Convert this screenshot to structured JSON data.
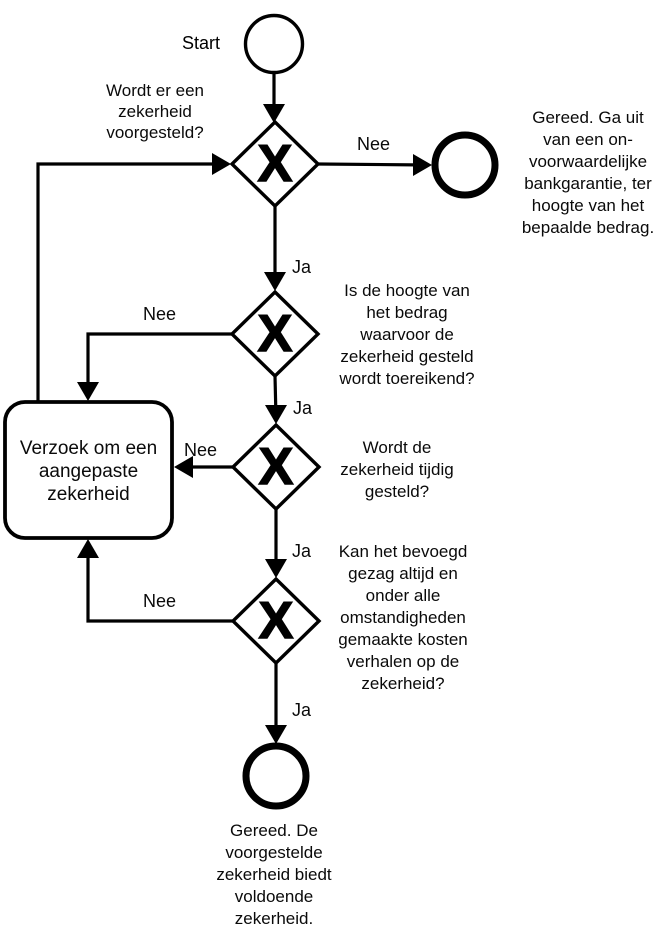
{
  "colors": {
    "ink": "#000000",
    "background": "#ffffff"
  },
  "nodes": {
    "start": {
      "label": "Start"
    },
    "gateway1": {
      "marker": "X",
      "question": "Wordt er een\nzekerheid\nvoorgesteld?"
    },
    "gateway2": {
      "marker": "X",
      "question": "Is de hoogte van\nhet bedrag\nwaarvoor de\nzekerheid gesteld\nwordt toereikend?"
    },
    "gateway3": {
      "marker": "X",
      "question": "Wordt de\nzekerheid tijdig\ngesteld?"
    },
    "gateway4": {
      "marker": "X",
      "question": "Kan het bevoegd\ngezag altijd en\nonder alle\nomstandigheden\ngemaakte kosten\nverhalen op de\nzekerheid?"
    },
    "task": {
      "label": "Verzoek om een\naangepaste\nzekerheid"
    },
    "end_no_security": {
      "label": "Gereed. Ga uit\nvan een on-\nvoorwaardelijke\nbankgarantie, ter\nhoogte van het\nbepaalde bedrag."
    },
    "end_success": {
      "label": "Gereed. De\nvoorgestelde\nzekerheid biedt\nvoldoende\nzekerheid."
    }
  },
  "edges": {
    "g1_no": "Nee",
    "g1_yes": "Ja",
    "g2_no": "Nee",
    "g2_yes": "Ja",
    "g3_no": "Nee",
    "g3_yes": "Ja",
    "g4_no": "Nee",
    "g4_yes": "Ja"
  }
}
